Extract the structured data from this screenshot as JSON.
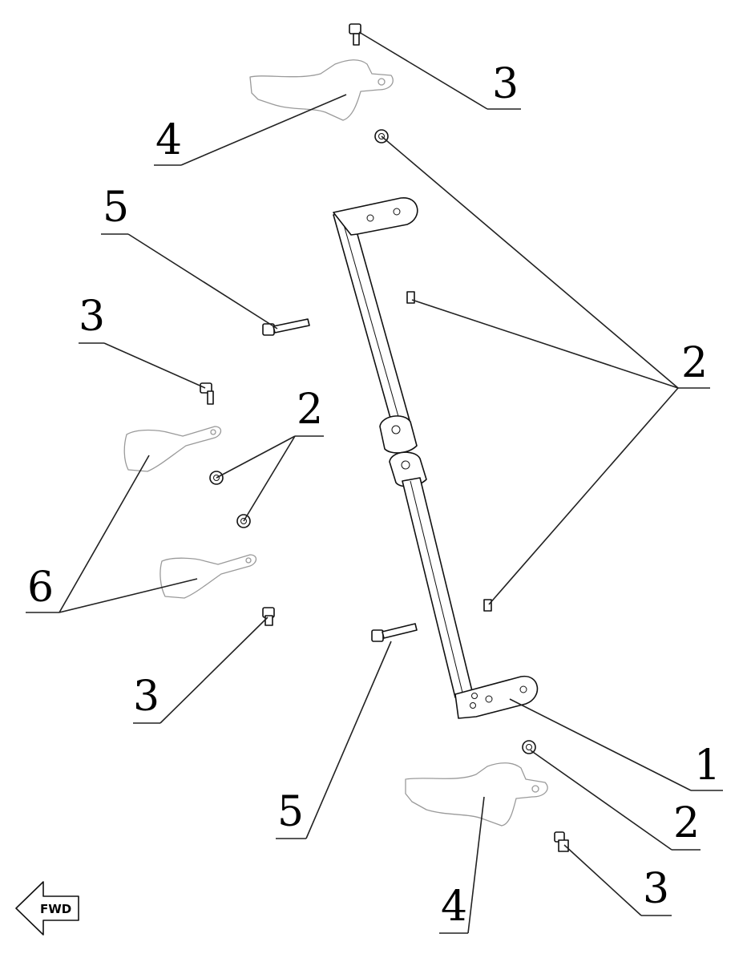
{
  "callouts": {
    "c1": "1",
    "c2a": "2",
    "c2b": "2",
    "c2c": "2",
    "c3a": "3",
    "c3b": "3",
    "c3c": "3",
    "c3d": "3",
    "c4a": "4",
    "c4b": "4",
    "c5a": "5",
    "c5b": "5",
    "c6": "6"
  },
  "direction_indicator": {
    "label": "FWD",
    "icon": "arrow-left-icon"
  },
  "colors": {
    "line": "#222222",
    "part_outline": "#111111",
    "light_part": "#9a9a9a",
    "background": "#ffffff"
  }
}
